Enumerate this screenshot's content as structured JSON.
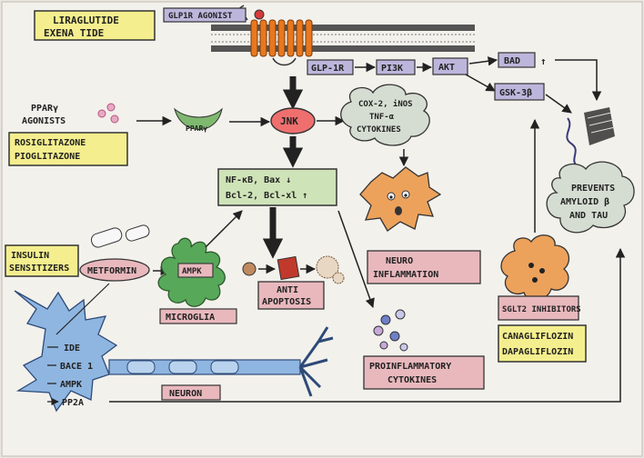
{
  "drugs": {
    "glp1_analogs": [
      "LIRAGLUTIDE",
      "EXENA TIDE"
    ],
    "glp1r_agonist": "GLP1R AGONIST",
    "ppar_agonists_heading": [
      "PPARγ",
      "AGONISTS"
    ],
    "ppar_agonists": [
      "ROSIGLITAZONE",
      "PIOGLITAZONE"
    ],
    "insulin_sensitizers": [
      "INSULIN",
      "SENSITIZERS"
    ],
    "metformin": "METFORMIN",
    "sglt2_inhibitors": "SGLT2 INHIBITORS",
    "sglt2_drugs": [
      "CANAGLIFLOZIN",
      "DAPAGLIFLOZIN"
    ]
  },
  "pathway": {
    "glp1r": "GLP-1R",
    "pi3k": "PI3K",
    "akt": "AKT",
    "bad": "BAD",
    "bad_arrow": "↑",
    "gsk3b": "GSK-3β",
    "ppar_receptor": "PPARγ",
    "jnk": "JNK",
    "inflammatory_mediators": [
      "COX-2, iNOS",
      "TNF-α",
      "CYTOKINES"
    ],
    "apoptosis_markers": [
      "NF-κB, Bax ↓",
      "Bcl-2, Bcl-xl ↑"
    ],
    "ampk": "AMPK",
    "anti_apoptosis": [
      "ANTI",
      "APOPTOSIS"
    ]
  },
  "cells": {
    "microglia": "MICROGLIA",
    "neuroinflammation": [
      "NEURO",
      "INFLAMMATION"
    ],
    "proinflammatory_cytokines": [
      "PROINFLAMMATORY",
      "CYTOKINES"
    ],
    "neuron": "NEURON",
    "neuron_targets": [
      "IDE",
      "BACE 1",
      "AMPK",
      "PP2A"
    ]
  },
  "outcome": [
    "PREVENTS",
    "AMYLOID β",
    "AND TAU"
  ],
  "colors": {
    "yellow_highlight": "#f4ee8e",
    "purple_box": "#bdb6dc",
    "pink_box": "#e8b8bd",
    "green_box": "#cfe3b8",
    "jnk_fill": "#ef6f6f",
    "cloud_fill": "#d5ddd2",
    "neuron_fill": "#8fb6e0",
    "microglia_fill": "#58a85a",
    "amoeba_fill": "#eda25c",
    "membrane": "#222222",
    "receptor": "#e8781f"
  }
}
